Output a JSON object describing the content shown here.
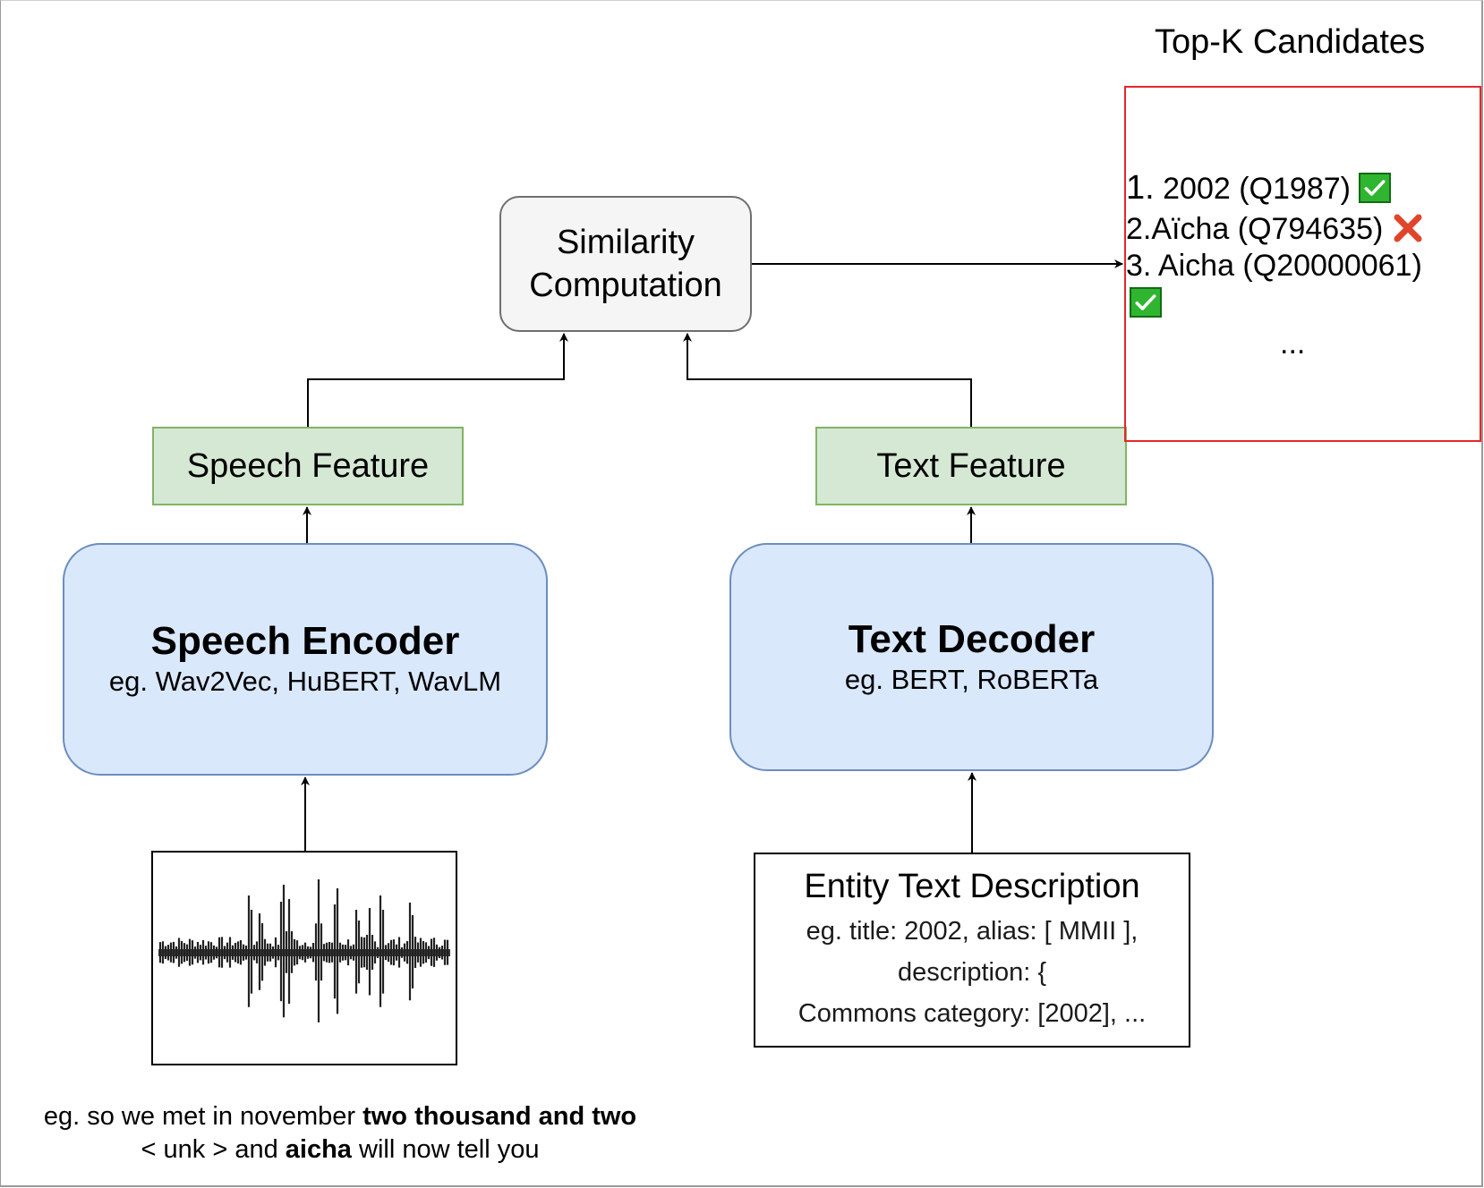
{
  "similarity": {
    "line1": "Similarity",
    "line2": "Computation"
  },
  "speech_feature": {
    "label": "Speech Feature"
  },
  "text_feature": {
    "label": "Text Feature"
  },
  "speech_encoder": {
    "title": "Speech Encoder",
    "subtitle": "eg. Wav2Vec, HuBERT, WavLM"
  },
  "text_decoder": {
    "title": "Text Decoder",
    "subtitle": "eg. BERT, RoBERTa"
  },
  "entity": {
    "title": "Entity Text Description",
    "line1": "eg. title: 2002, alias: [ MMII ],",
    "line2": "description: {",
    "line3": "Commons category: [2002],  ..."
  },
  "utterance": {
    "prefix": "eg. so we met in november ",
    "bold1": "two thousand and two",
    "middle": "< unk > and ",
    "bold2": "aicha",
    "suffix": " will now tell you"
  },
  "topk": {
    "title": "Top-K Candidates",
    "candidates": [
      {
        "number": "1.",
        "text": " 2002 (Q1987) ",
        "status": "correct"
      },
      {
        "number": "2.",
        "text": "Aïcha (Q794635) ",
        "status": "incorrect"
      },
      {
        "number": "3.",
        "text": " Aicha (Q20000061)",
        "status": "correct"
      }
    ],
    "ellipsis": "..."
  },
  "colors": {
    "feature_fill": "#d5e8d4",
    "model_fill": "#dae8fc",
    "similarity_fill": "#f5f5f5",
    "topk_border": "#e6262a",
    "check_green": "#2fb52f",
    "cross_red": "#e0452b"
  },
  "icons": {
    "correct": "check-mark-icon",
    "incorrect": "cross-mark-icon"
  }
}
